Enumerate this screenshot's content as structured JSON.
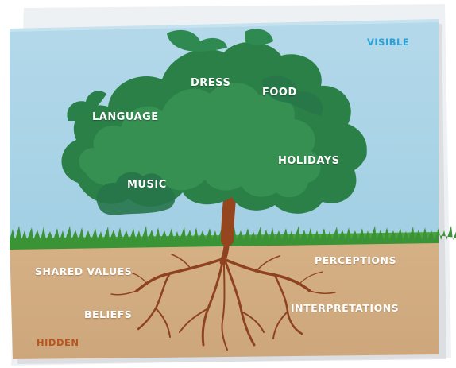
{
  "corner_labels": {
    "visible": "VISIBLE",
    "hidden": "HIDDEN"
  },
  "canopy_labels": {
    "dress": "DRESS",
    "food": "FOOD",
    "language": "LANGUAGE",
    "holidays": "HOLIDAYS",
    "music": "MUSIC"
  },
  "root_labels": {
    "shared_values": "SHARED VALUES",
    "perceptions": "PERCEPTIONS",
    "beliefs": "BELIEFS",
    "interpretations": "INTERPRETATIONS"
  },
  "colors": {
    "sky": "#a7d2e6",
    "soil": "#d2ad82",
    "grass": "#3f9a37",
    "leaves": "#2f8a4c",
    "trunk": "#93451f",
    "visible_text": "#2aa2d6",
    "hidden_text": "#b9541f"
  }
}
